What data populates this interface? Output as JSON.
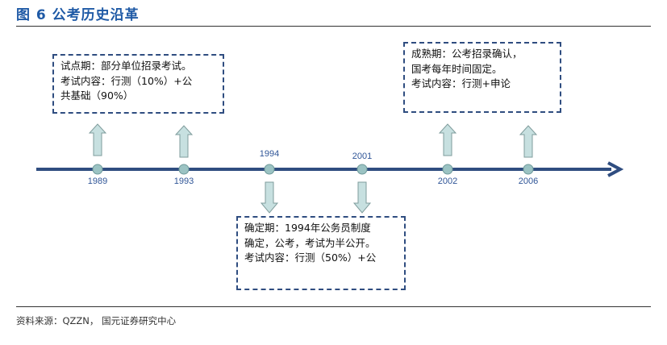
{
  "figure": {
    "title": "图 6 公考历史沿革",
    "source": "资料来源：QZZN， 国元证券研究中心"
  },
  "timeline": {
    "years": [
      "1989",
      "1993",
      "1994",
      "2001",
      "2002",
      "2006"
    ]
  },
  "boxes": {
    "pilot": "试点期：部分单位招录考试。\n考试内容：行测（10%）+公\n共基础（90%）",
    "mature": "成熟期：公考招录确认，\n国考每年时间固定。\n考试内容：行测+申论",
    "established": "确定期：1994年公务员制度\n确定，公考，考试为半公开。\n考试内容：行测（50%）+公"
  },
  "colors": {
    "axis": "#2f4d80",
    "node_fill": "#9bc3c3",
    "arrow_fill": "#c7e0e0",
    "title": "#1f5aa6"
  }
}
